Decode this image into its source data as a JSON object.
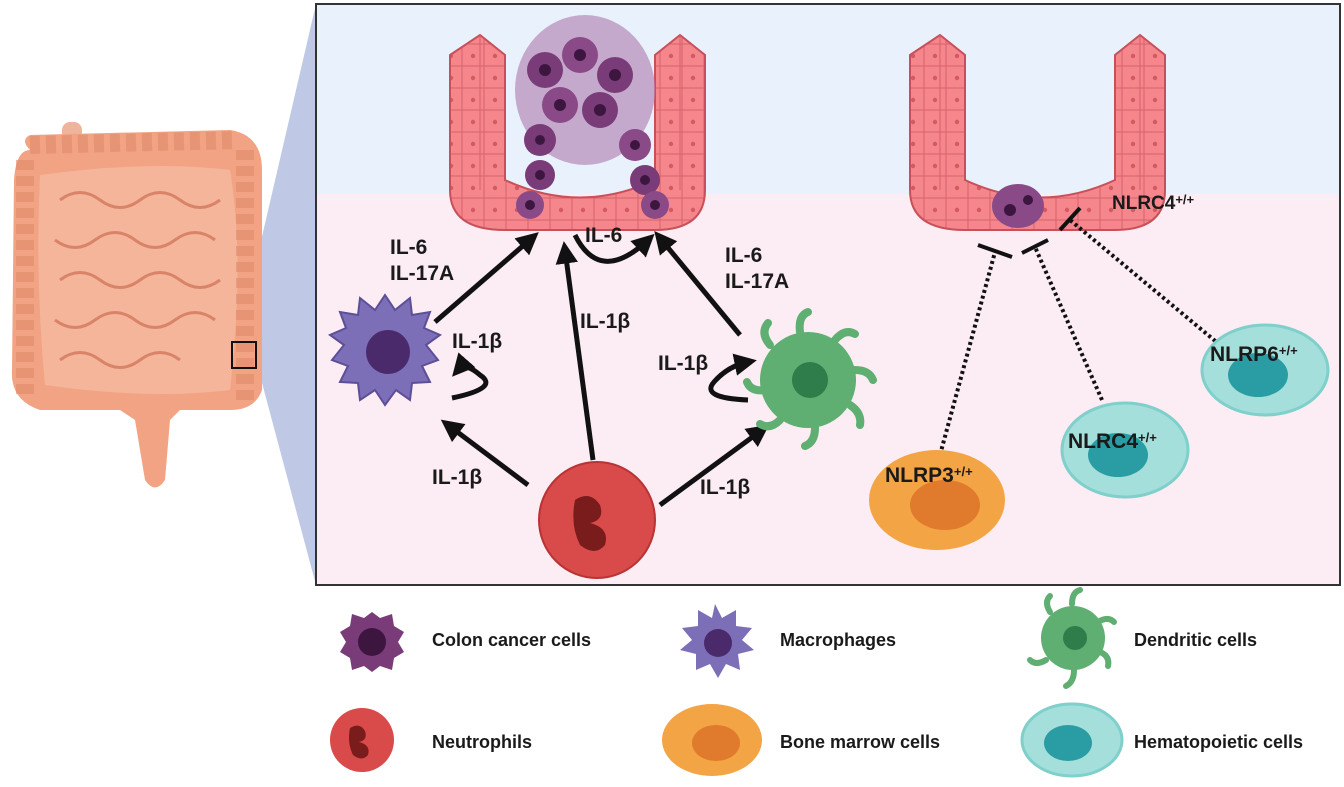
{
  "labels": {
    "il6_top": "IL-6",
    "il6_left": "IL-6",
    "il17a_left": "IL-17A",
    "il6_right": "IL-6",
    "il17a_right": "IL-17A",
    "il1b_mac_self": "IL-1β",
    "il1b_center": "IL-1β",
    "il1b_dc_self": "IL-1β",
    "il1b_neut_mac": "IL-1β",
    "il1b_neut_dc": "IL-1β",
    "nlrc4_crypt": "NLRC4",
    "nlrc4_crypt_sup": "+/+",
    "nlrp3": "NLRP3",
    "nlrp3_sup": "+/+",
    "nlrc4_cell": "NLRC4",
    "nlrc4_cell_sup": "+/+",
    "nlrp6": "NLRP6",
    "nlrp6_sup": "+/+"
  },
  "legend": [
    {
      "icon": "colon-cancer-cell-icon",
      "label": "Colon cancer cells"
    },
    {
      "icon": "macrophage-icon",
      "label": "Macrophages"
    },
    {
      "icon": "dendritic-cell-icon",
      "label": "Dendritic cells"
    },
    {
      "icon": "neutrophil-icon",
      "label": "Neutrophils"
    },
    {
      "icon": "bone-marrow-cell-icon",
      "label": "Bone marrow cells"
    },
    {
      "icon": "hematopoietic-cell-icon",
      "label": "Hematopoietic cells"
    }
  ],
  "colors": {
    "lumen": "#e9f2fc",
    "tissue": "#fcecf3",
    "epithelium": "#f4858b",
    "epithelium_dark": "#c9505a",
    "cancer": "#7a3c78",
    "macrophage": "#7c6fb8",
    "dendritic": "#5fae72",
    "neutrophil": "#d94a4a",
    "bone_marrow": "#f3a444",
    "hematopoietic": "#7fcfca",
    "intestine": "#f2a383",
    "zoom": "#8c9cc9"
  }
}
